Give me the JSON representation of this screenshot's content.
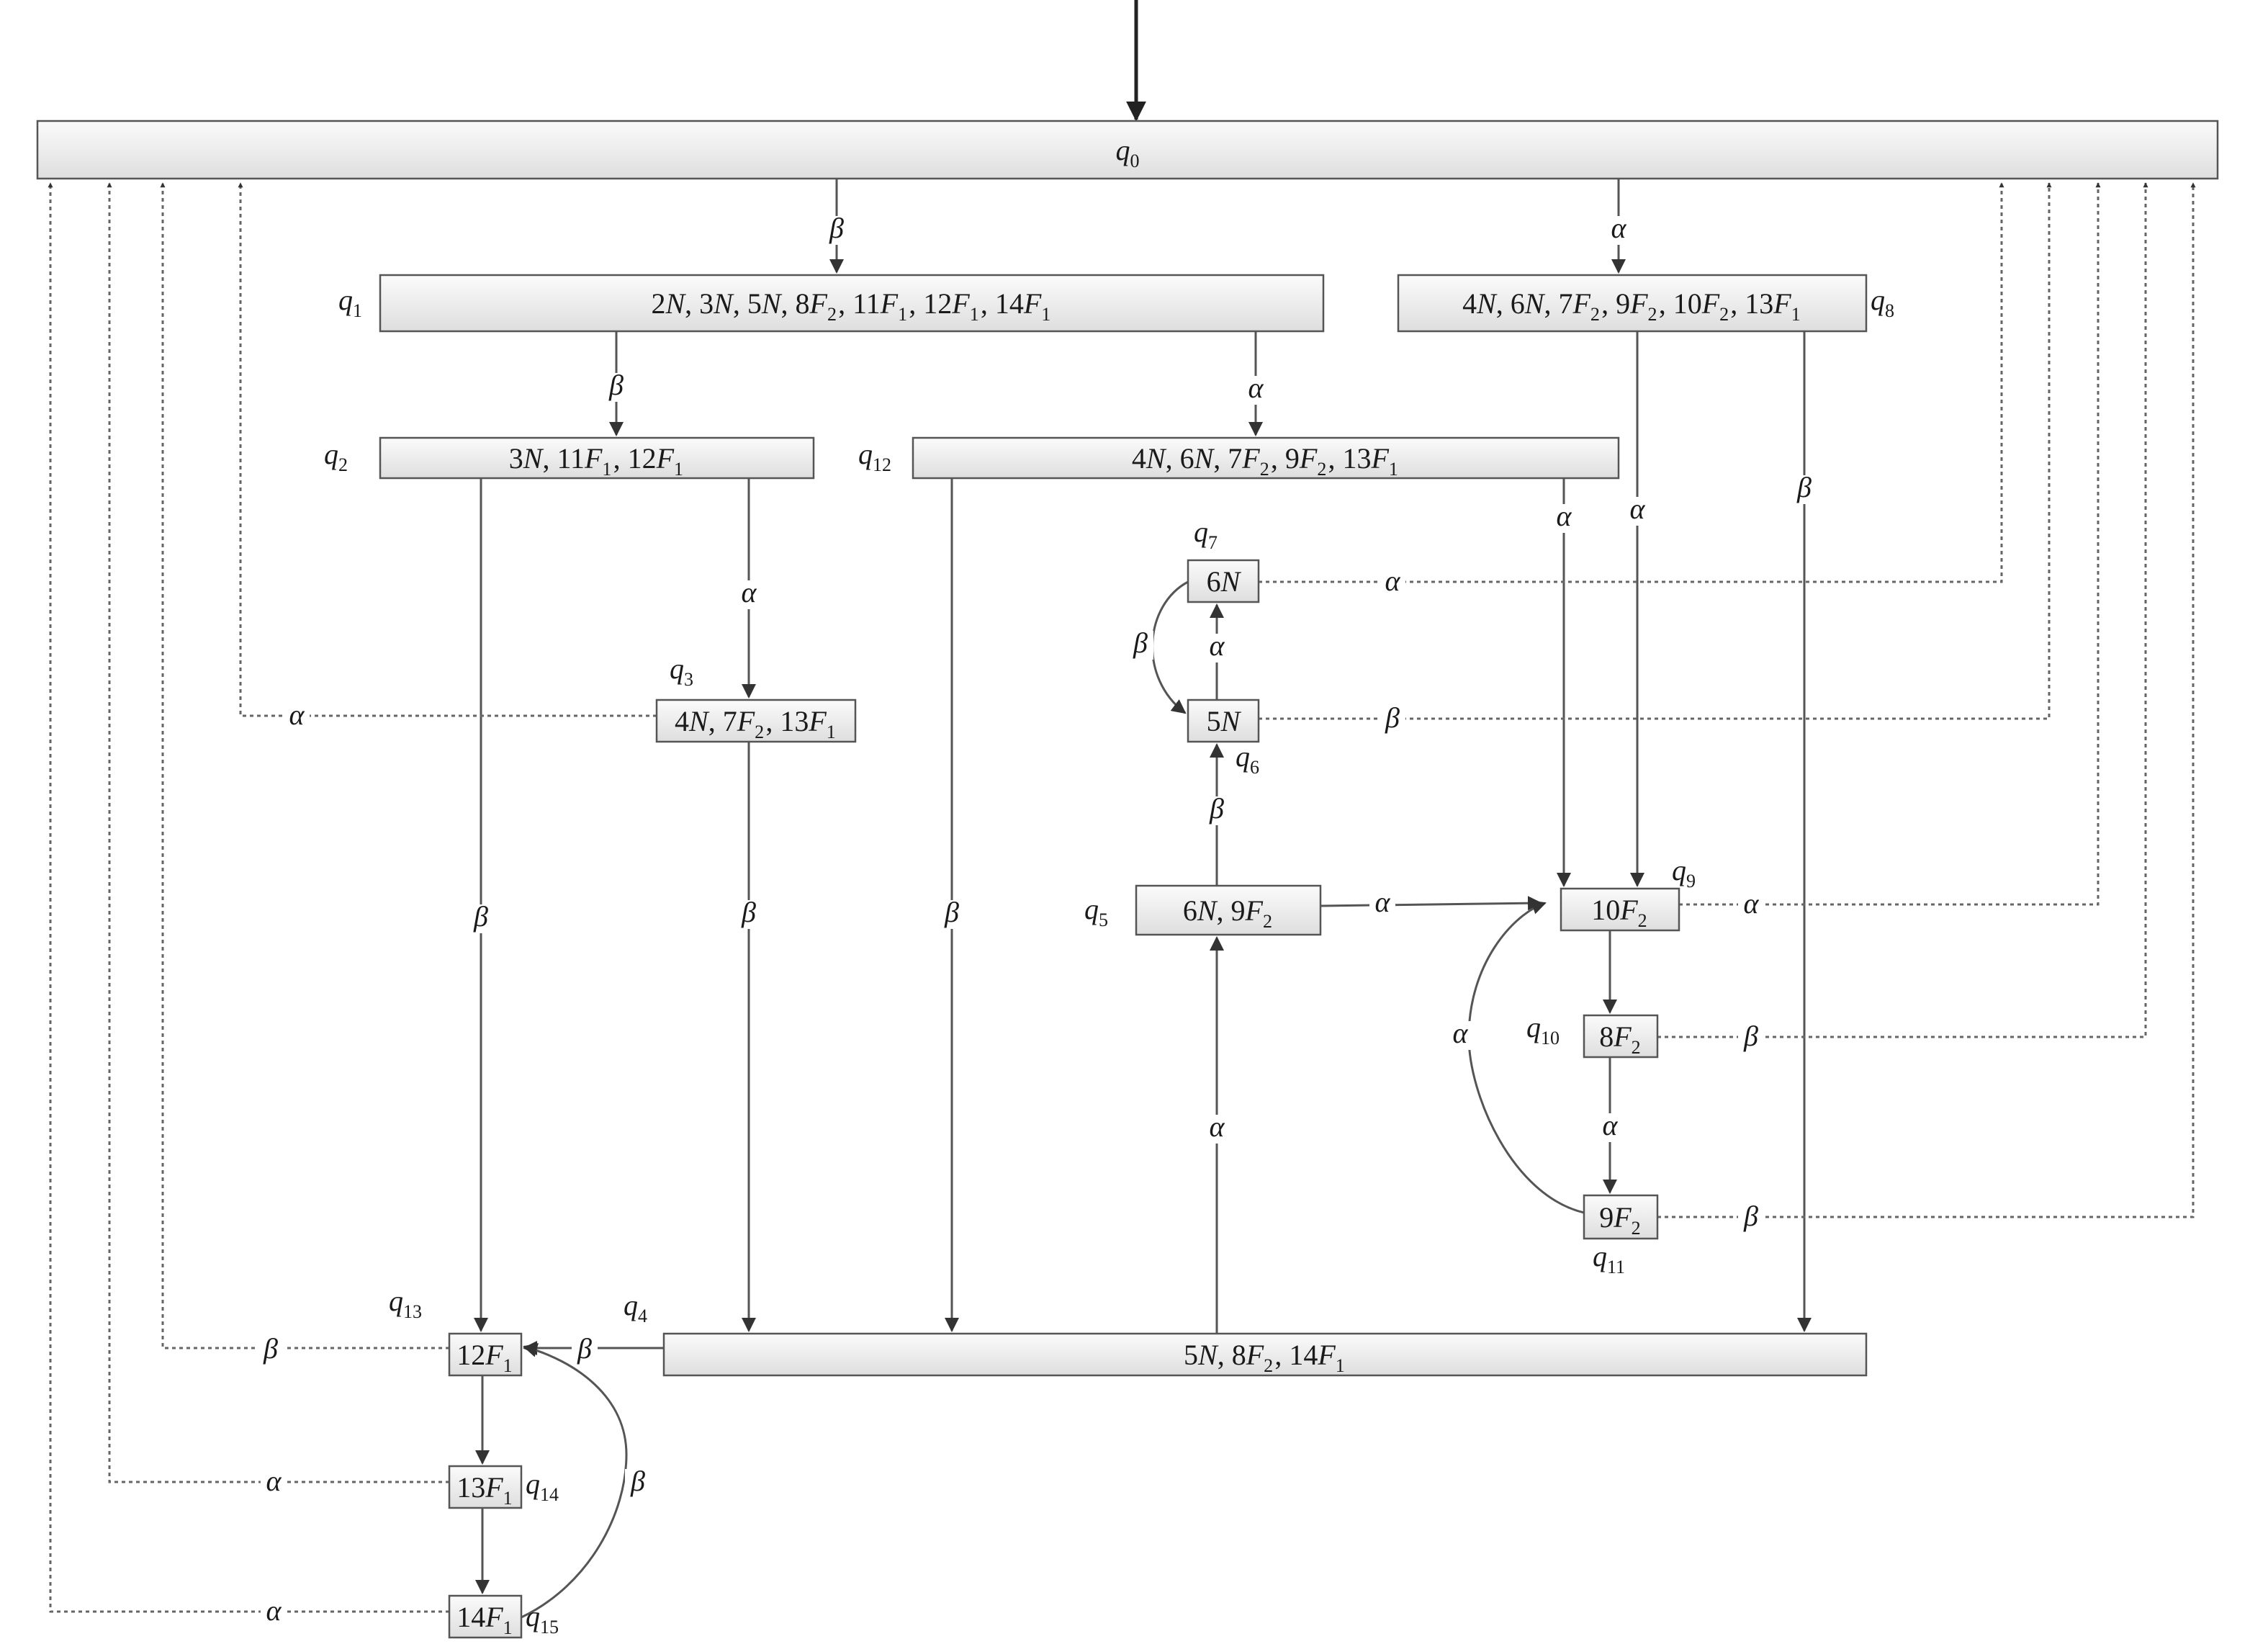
{
  "states": {
    "q0": {
      "name": "q",
      "sub": "0",
      "content": ""
    },
    "q1": {
      "name": "q",
      "sub": "1",
      "content": "2N, 3N, 5N, 8F2, 11F1, 12F1, 14F1"
    },
    "q2": {
      "name": "q",
      "sub": "2",
      "content": "3N, 11F1, 12F1"
    },
    "q3": {
      "name": "q",
      "sub": "3",
      "content": "4N, 7F2, 13F1"
    },
    "q4": {
      "name": "q",
      "sub": "4",
      "content": "5N, 8F2, 14F1"
    },
    "q5": {
      "name": "q",
      "sub": "5",
      "content": "6N, 9F2"
    },
    "q6": {
      "name": "q",
      "sub": "6",
      "content": "5N"
    },
    "q7": {
      "name": "q",
      "sub": "7",
      "content": "6N"
    },
    "q8": {
      "name": "q",
      "sub": "8",
      "content": "4N, 6N, 7F2, 9F2, 10F2, 13F1"
    },
    "q9": {
      "name": "q",
      "sub": "9",
      "content": "10F2"
    },
    "q10": {
      "name": "q",
      "sub": "10",
      "content": "8F2"
    },
    "q11": {
      "name": "q",
      "sub": "11",
      "content": "9F2"
    },
    "q12": {
      "name": "q",
      "sub": "12",
      "content": "4N, 6N, 7F2, 9F2, 13F1"
    },
    "q13": {
      "name": "q",
      "sub": "13",
      "content": "12F1"
    },
    "q14": {
      "name": "q",
      "sub": "14",
      "content": "13F1"
    },
    "q15": {
      "name": "q",
      "sub": "15",
      "content": "14F1"
    }
  },
  "symbols": {
    "alpha": "α",
    "beta": "β"
  }
}
